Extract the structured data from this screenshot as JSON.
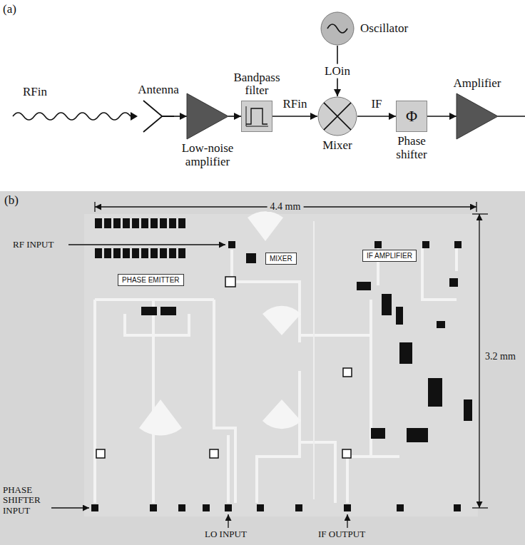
{
  "diagram": {
    "nodes": [
      {
        "text": [
          "Antenna"
        ]
      },
      {
        "text": [
          "Low-noise amplifier"
        ]
      },
      {
        "text": [
          "Bandpass filter"
        ]
      },
      {
        "text": [
          "Oscillator"
        ]
      },
      {
        "text": [
          "Mixer"
        ]
      },
      {
        "text": [
          "Φ",
          "Phase shifter"
        ]
      },
      {
        "text": [
          "Amplifier"
        ]
      },
      {
        "text": [
          "PHASE EMITTER"
        ]
      },
      {
        "text": [
          "MIXER"
        ]
      },
      {
        "text": [
          "IF AMPLIFIER"
        ]
      }
    ],
    "edges": [
      {
        "from": 0,
        "to": 1,
        "arrow": "to"
      },
      {
        "from": 1,
        "to": 2,
        "arrow": "to"
      },
      {
        "from": 2,
        "to": 4,
        "label": "RFin",
        "arrow": "to"
      },
      {
        "from": 3,
        "to": 4,
        "label": "LOin",
        "arrow": "to"
      },
      {
        "from": 4,
        "to": 5,
        "label": "IF",
        "arrow": "to"
      },
      {
        "from": 5,
        "to": 6,
        "arrow": "to"
      }
    ],
    "labels": [
      "(a)",
      "RFin",
      "(b)",
      "4.4 mm",
      "3.2 mm",
      "RF INPUT",
      "PHASE SHIFTER INPUT",
      "LO INPUT",
      "IF OUTPUT"
    ]
  }
}
